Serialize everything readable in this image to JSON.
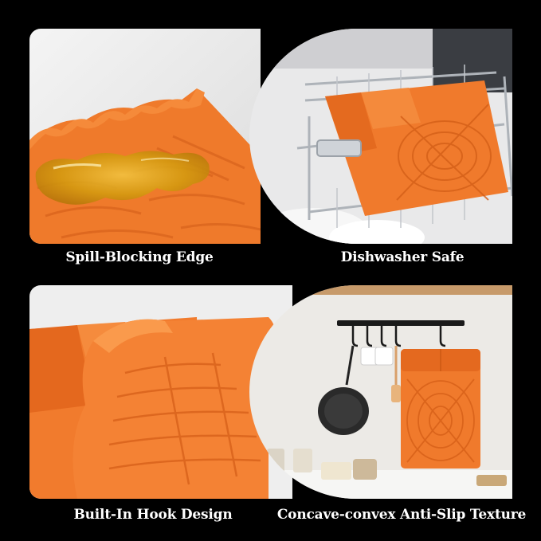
{
  "panels": [
    {
      "caption": "Spill-Blocking Edge"
    },
    {
      "caption": "Dishwasher Safe"
    },
    {
      "caption": "Built-In Hook Design"
    },
    {
      "caption": "Concave-convex Anti-Slip Texture"
    }
  ],
  "colors": {
    "background": "#000000",
    "mat_orange": "#f27c2e",
    "mat_dark": "#d9621a",
    "oil": "#d9a514",
    "wall": "#ece9e4",
    "rack": "#b7bcc2"
  }
}
